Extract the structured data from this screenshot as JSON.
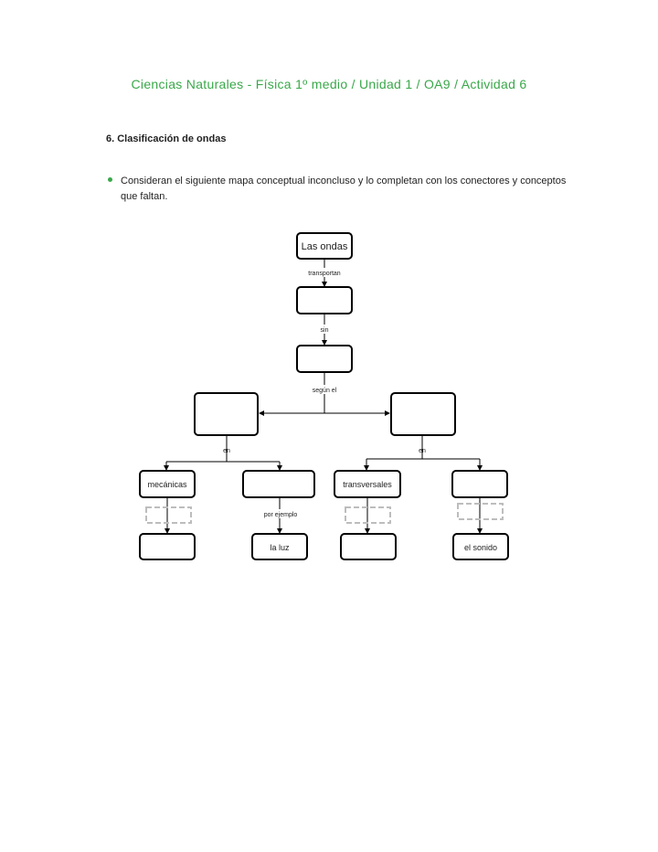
{
  "header": "Ciencias Naturales - Física 1º medio / Unidad 1 / OA9 / Actividad 6",
  "section_title": "6.  Clasificación de ondas",
  "instruction": "Consideran el siguiente mapa conceptual inconcluso y lo completan con los conectores y conceptos que faltan.",
  "colors": {
    "accent": "#3aa84a",
    "dashed": "#bdbdbd"
  },
  "concept_map": {
    "root": "Las ondas",
    "connector_1": "transportan",
    "connector_2": "sin",
    "connector_3": "según el",
    "connector_left": "en",
    "connector_right": "en",
    "node_mecanicas": "mecánicas",
    "node_transversales": "transversales",
    "connector_ejemplo": "por ejemplo",
    "node_luz": "la luz",
    "node_sonido": "el sonido"
  }
}
